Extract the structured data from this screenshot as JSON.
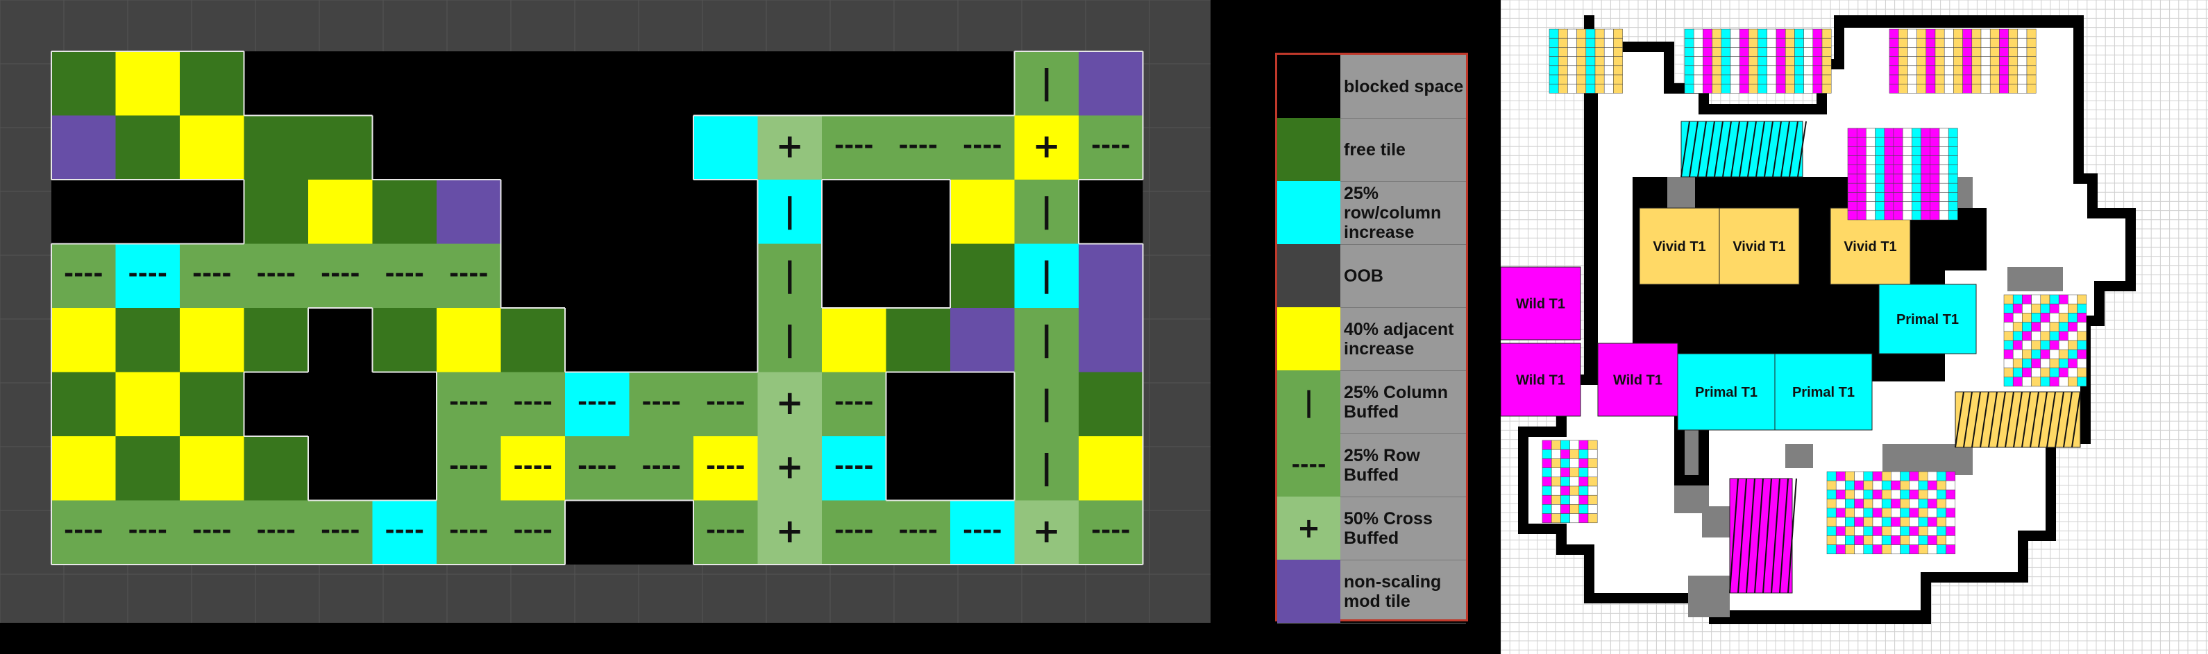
{
  "grid": {
    "rows": [
      [
        "F",
        "Y",
        "F",
        "B",
        "B",
        "B",
        "B",
        "B",
        "B",
        "B",
        "B",
        "B",
        "B",
        "B",
        "B",
        "C",
        "P"
      ],
      [
        "P",
        "F",
        "Y",
        "F",
        "F",
        "B",
        "B",
        "B",
        "B",
        "B",
        "Q",
        "X",
        "R",
        "R",
        "R",
        "YX",
        "R"
      ],
      [
        "B",
        "B",
        "B",
        "F",
        "Y",
        "F",
        "P",
        "B",
        "B",
        "B",
        "B",
        "QC",
        "B",
        "B",
        "Y",
        "C",
        "B"
      ],
      [
        "R",
        "QR",
        "R",
        "R",
        "R",
        "R",
        "R",
        "B",
        "B",
        "B",
        "B",
        "C",
        "B",
        "B",
        "F",
        "QC",
        "P"
      ],
      [
        "Y",
        "F",
        "Y",
        "F",
        "B",
        "F",
        "Y",
        "F",
        "B",
        "B",
        "B",
        "C",
        "Y",
        "F",
        "P",
        "C",
        "P"
      ],
      [
        "F",
        "Y",
        "F",
        "B",
        "B",
        "B",
        "R",
        "R",
        "QR",
        "R",
        "R",
        "X",
        "R",
        "B",
        "B",
        "C",
        "F"
      ],
      [
        "Y",
        "F",
        "Y",
        "F",
        "B",
        "B",
        "R",
        "YR",
        "R",
        "R",
        "YR",
        "X",
        "QR",
        "B",
        "B",
        "C",
        "Y"
      ],
      [
        "R",
        "R",
        "R",
        "R",
        "R",
        "QR",
        "R",
        "R",
        "B",
        "B",
        "R",
        "X",
        "R",
        "R",
        "QR",
        "X",
        "R"
      ]
    ]
  },
  "legend": {
    "items": [
      {
        "swatch": "#000000",
        "symbol": "",
        "label": "blocked space"
      },
      {
        "swatch": "#38761d",
        "symbol": "",
        "label": "free tile"
      },
      {
        "swatch": "#00ffff",
        "symbol": "",
        "label": "25% row/column increase"
      },
      {
        "swatch": "#434343",
        "symbol": "",
        "label": "OOB"
      },
      {
        "swatch": "#ffff00",
        "symbol": "",
        "label": "40% adjacent increase"
      },
      {
        "swatch": "#6aa84f",
        "symbol": "|",
        "label": "25% Column Buffed"
      },
      {
        "swatch": "#6aa84f",
        "symbol": "----",
        "label": "25% Row Buffed"
      },
      {
        "swatch": "#93c47d",
        "symbol": "+",
        "label": "50% Cross Buffed"
      },
      {
        "swatch": "#674ea7",
        "symbol": "",
        "label": "non-scaling mod tile"
      }
    ]
  },
  "map": {
    "rooms": [
      {
        "label": "Vivid T1"
      },
      {
        "label": "Vivid T1"
      },
      {
        "label": "Vivid T1"
      },
      {
        "label": "Wild T1"
      },
      {
        "label": "Wild T1"
      },
      {
        "label": "Wild T1"
      },
      {
        "label": "Primal T1"
      },
      {
        "label": "Primal T1"
      },
      {
        "label": "Primal T1"
      }
    ]
  },
  "colors": {
    "bg": "#000000",
    "oob": "#434343",
    "free": "#38761d",
    "yellow": "#ffff00",
    "cyan": "#00ffff",
    "buff": "#6aa84f",
    "cross": "#93c47d",
    "purple": "#674ea7",
    "magenta": "#ff00ff",
    "orange_tile": "#ffd966"
  }
}
